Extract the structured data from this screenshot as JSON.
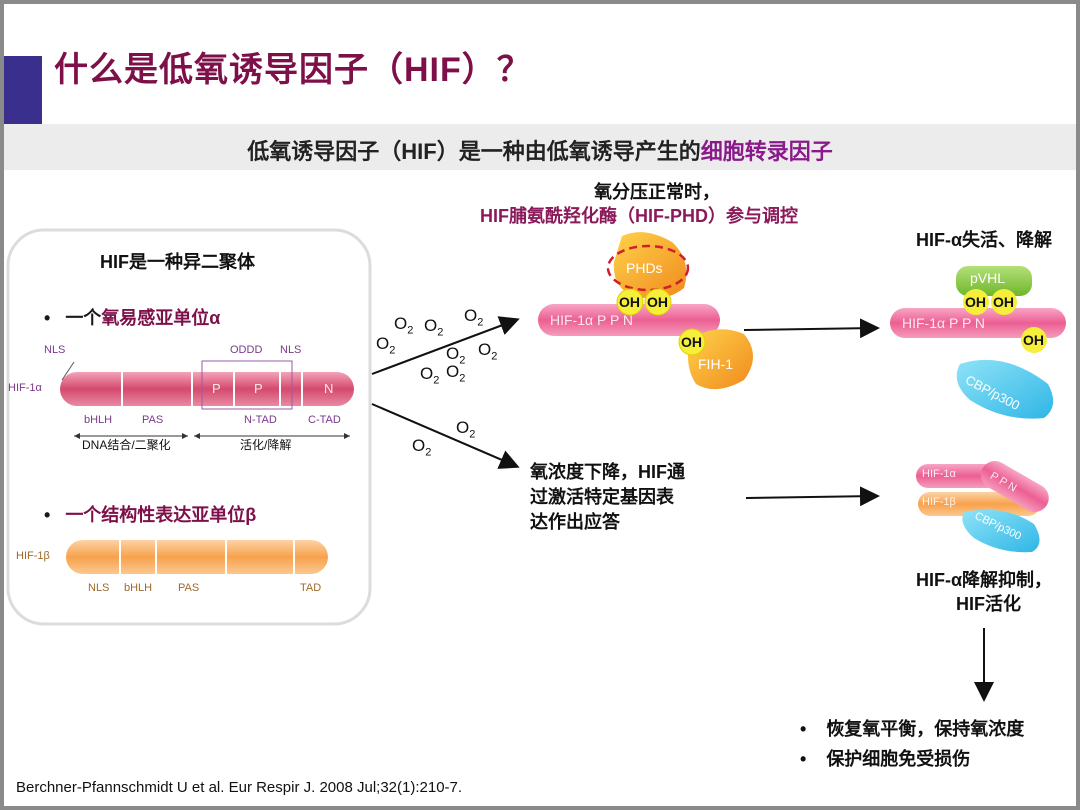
{
  "title": "什么是低氧诱导因子（HIF）？",
  "subtitle": {
    "prefix": "低氧诱导因子（HIF）是一种由低氧诱导产生的",
    "highlight": "细胞转录因子"
  },
  "left_box": {
    "title": "HIF是一种异二聚体",
    "alpha_bullet_prefix": "一个",
    "alpha_bullet_highlight": "氧易感亚单位α",
    "beta_bullet": "一个结构性表达亚单位β",
    "hif1a_label": "HIF-1α",
    "hif1a_top_labels": [
      "NLS",
      "ODDD",
      "NLS"
    ],
    "hif1a_segments": [
      "P",
      "P",
      "N"
    ],
    "hif1a_domains": [
      "bHLH",
      "PAS",
      "N-TAD",
      "C-TAD"
    ],
    "hif1a_regions": [
      "DNA结合/二聚化",
      "活化/降解"
    ],
    "hif1b_label": "HIF-1β",
    "hif1b_domains": [
      "NLS",
      "bHLH",
      "PAS",
      "TAD"
    ],
    "colors": {
      "alpha_bar": "#c8486a",
      "beta_bar": "#f5a24e"
    }
  },
  "oxygen_label": "O",
  "oxygen_sub": "2",
  "normoxia": {
    "caption_line1": "氧分压正常时，",
    "caption_line2": "HIF脯氨酰羟化酶（HIF-PHD）参与调控",
    "phds": "PHDs",
    "oh": "OH",
    "bar_label": "HIF-1α  P   P   N",
    "fih": "FIH-1",
    "result_title": "HIF-α失活、降解",
    "pvhl": "pVHL",
    "cbp": "CBP/p300"
  },
  "hypoxia": {
    "caption": [
      "氧浓度下降，HIF通",
      "过激活特定基因表",
      "达作出应答"
    ],
    "hif1a_bar": "HIF-1α",
    "hif1b_bar": "HIF-1β",
    "pn": "P  P  N",
    "cbp": "CBP/p300",
    "result_line1": "HIF-α降解抑制，",
    "result_line2": "HIF活化"
  },
  "outcomes": [
    "恢复氧平衡，保持氧浓度",
    "保护细胞免受损伤"
  ],
  "citation": "Berchner-Pfannschmidt U et al. Eur Respir J. 2008 Jul;32(1):210-7."
}
